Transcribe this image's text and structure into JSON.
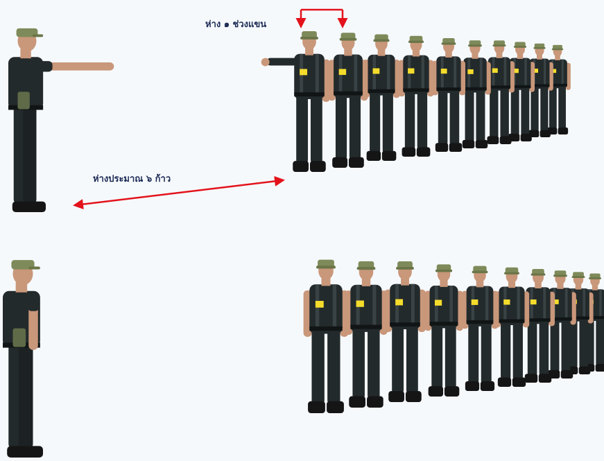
{
  "labels": {
    "arm_interval": "ห่าง ๑ ช่วงแขน",
    "distance_steps": "ห่างประมาณ ๖ ก้าว"
  },
  "colors": {
    "background": "#f6f9fc",
    "arrow": "#e3121b",
    "label_text": "#1b2a55",
    "uniform": "#232a2c",
    "cap": "#7f8a5a",
    "skin": "#c9977a",
    "name_tag": "#f4dc2c",
    "boots": "#151515"
  },
  "figures": {
    "top_commander": "commander-arm-extended",
    "bottom_commander": "commander-at-attention",
    "top_row_count": 10,
    "bottom_row_count": 10
  }
}
